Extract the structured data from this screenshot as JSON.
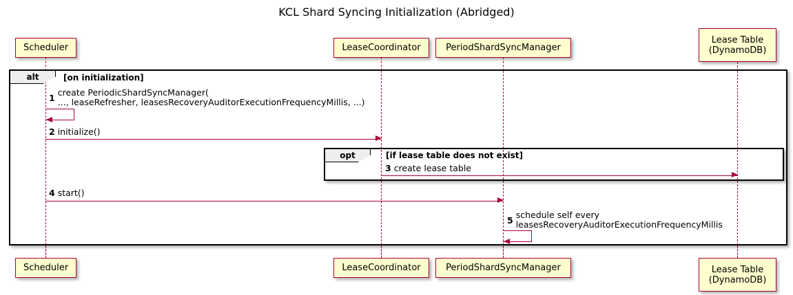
{
  "diagram": {
    "title": "KCL Shard Syncing Initialization (Abridged)",
    "type": "uml-sequence-diagram",
    "colors": {
      "participant_fill": "#FEFECE",
      "participant_border": "#A80036",
      "arrow": "#A80036",
      "frame_border": "#000000",
      "frame_label_fill": "#EEEEEE",
      "text": "#000000",
      "background": "#FFFFFF"
    }
  },
  "participants": [
    {
      "id": "scheduler",
      "label_line1": "Scheduler",
      "label_line2": ""
    },
    {
      "id": "lease-coordinator",
      "label_line1": "LeaseCoordinator",
      "label_line2": ""
    },
    {
      "id": "period-shard-sync-manager",
      "label_line1": "PeriodShardSyncManager",
      "label_line2": ""
    },
    {
      "id": "lease-table",
      "label_line1": "Lease Table",
      "label_line2": "(DynamoDB)"
    }
  ],
  "fragments": [
    {
      "id": "alt-on-initialization",
      "operator": "alt",
      "guard": "[on initialization]"
    },
    {
      "id": "opt-lease-table-missing",
      "operator": "opt",
      "guard": "[if lease table does not exist]"
    }
  ],
  "messages": [
    {
      "number": "1",
      "from": "scheduler",
      "to": "scheduler",
      "kind": "self",
      "text_line1": "create PeriodicShardSyncManager(",
      "text_line2": "..., leaseRefresher, leasesRecoveryAuditorExecutionFrequencyMillis, ...)"
    },
    {
      "number": "2",
      "from": "scheduler",
      "to": "lease-coordinator",
      "kind": "call",
      "text_line1": "initialize()",
      "text_line2": ""
    },
    {
      "number": "3",
      "from": "lease-coordinator",
      "to": "lease-table",
      "kind": "call",
      "text_line1": "create lease table",
      "text_line2": ""
    },
    {
      "number": "4",
      "from": "scheduler",
      "to": "period-shard-sync-manager",
      "kind": "call",
      "text_line1": "start()",
      "text_line2": ""
    },
    {
      "number": "5",
      "from": "period-shard-sync-manager",
      "to": "period-shard-sync-manager",
      "kind": "self",
      "text_line1": "schedule self every",
      "text_line2": "leasesRecoveryAuditorExecutionFrequencyMillis"
    }
  ]
}
